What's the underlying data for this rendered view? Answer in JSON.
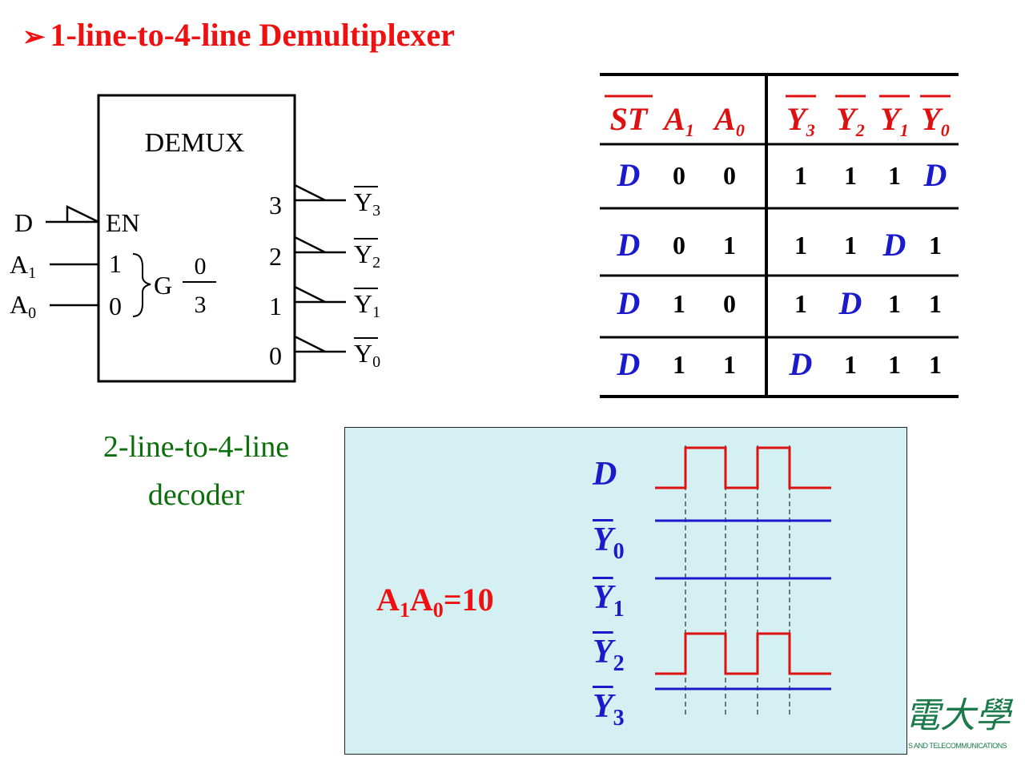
{
  "slide": {
    "title_bullet": "➢",
    "title": "1-line-to-4-line Demultiplexer"
  },
  "symbol": {
    "block_name": "DEMUX",
    "inputs": [
      {
        "signal": "D",
        "sub": "",
        "pin": "EN"
      },
      {
        "signal": "A",
        "sub": "1",
        "pin": "1"
      },
      {
        "signal": "A",
        "sub": "0",
        "pin": "0"
      }
    ],
    "group_label": "G",
    "group_fraction_top": "0",
    "group_fraction_bottom": "3",
    "outputs": [
      {
        "pin": "3",
        "signal": "Y",
        "sub": "3"
      },
      {
        "pin": "2",
        "signal": "Y",
        "sub": "2"
      },
      {
        "pin": "1",
        "signal": "Y",
        "sub": "1"
      },
      {
        "pin": "0",
        "signal": "Y",
        "sub": "0"
      }
    ]
  },
  "truth_table": {
    "headers": [
      {
        "base": "ST",
        "sub": "",
        "overline": true
      },
      {
        "base": "A",
        "sub": "1",
        "overline": false
      },
      {
        "base": "A",
        "sub": "0",
        "overline": false
      },
      {
        "base": "Y",
        "sub": "3",
        "overline": true
      },
      {
        "base": "Y",
        "sub": "2",
        "overline": true
      },
      {
        "base": "Y",
        "sub": "1",
        "overline": true
      },
      {
        "base": "Y",
        "sub": "0",
        "overline": true
      }
    ],
    "rows": [
      [
        "D",
        "0",
        "0",
        "1",
        "1",
        "1",
        "D"
      ],
      [
        "D",
        "0",
        "1",
        "1",
        "1",
        "D",
        "1"
      ],
      [
        "D",
        "1",
        "0",
        "1",
        "D",
        "1",
        "1"
      ],
      [
        "D",
        "1",
        "1",
        "D",
        "1",
        "1",
        "1"
      ]
    ]
  },
  "decoder_label_line1": "2-line-to-4-line",
  "decoder_label_line2": "decoder",
  "waveform": {
    "address_label": {
      "a1": "A",
      "s1": "1",
      "a0": "A",
      "s0": "0",
      "value": "=10"
    },
    "signals": [
      {
        "base": "D",
        "sub": "",
        "overline": false,
        "trace": "pulse",
        "color": "#dd1111"
      },
      {
        "base": "Y",
        "sub": "0",
        "overline": true,
        "trace": "high",
        "color": "#1a1acc"
      },
      {
        "base": "Y",
        "sub": "1",
        "overline": true,
        "trace": "high",
        "color": "#1a1acc"
      },
      {
        "base": "Y",
        "sub": "2",
        "overline": true,
        "trace": "pulse",
        "color": "#dd1111"
      },
      {
        "base": "Y",
        "sub": "3",
        "overline": true,
        "trace": "high",
        "color": "#1a1acc"
      }
    ]
  },
  "logo": {
    "chinese": "電大學",
    "english": "S AND TELECOMMUNICATIONS"
  },
  "colors": {
    "title": "#ee1111",
    "d_blue": "#1a1acc",
    "header_red": "#dd1111",
    "decoder_green": "#0b6e0b",
    "panel_bg": "#d4f0f2"
  }
}
